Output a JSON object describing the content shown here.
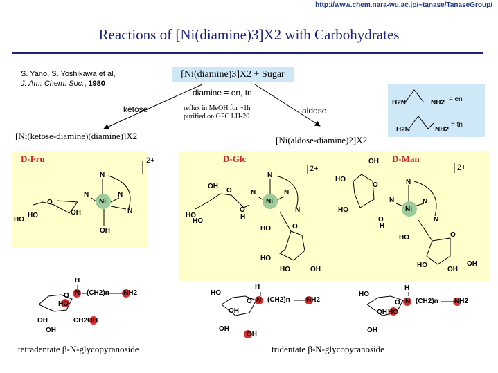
{
  "url": "http://www.chem.nara-wu.ac.jp/~tanase/TanaseGroup/",
  "title": "Reactions of [Ni(diamine)3]X2 with Carbohydrates",
  "reference": {
    "authors": "S. Yano, S. Yoshikawa et al,",
    "journal": "J. Am. Chem. Soc.",
    "year": ", 1980"
  },
  "reagent": "[Ni(diamine)3]X2 + Sugar",
  "diamine_note": "diamine = en, tn",
  "ketose_label": "ketose",
  "aldose_label": "aldose",
  "conditions": [
    "reflux in MeOH for ~1h",
    "purified on GPC LH-20"
  ],
  "product_ketose": "[Ni(ketose-diamine)(diamine)]X2",
  "product_aldose": "[Ni(aldose-diamine)2]X2",
  "diamine_box": {
    "en": "= en",
    "tn": "= tn",
    "h2n": "H2N",
    "nh2": "NH2"
  },
  "complexes": {
    "fru": "D-Fru",
    "glc": "D-Glc",
    "man": "D-Man",
    "charge": "2+"
  },
  "atoms": {
    "N": "N",
    "Ni": "Ni",
    "O": "O",
    "OH": "OH",
    "HO": "HO",
    "H": "H",
    "CH2OH": "CH2OH",
    "chain": "(CH2)n",
    "NH2": "NH2"
  },
  "captions": {
    "tetradentate": "tetradentate β-N-glycopyranoside",
    "tridentate": "tridentate β-N-glycopyranoside"
  }
}
